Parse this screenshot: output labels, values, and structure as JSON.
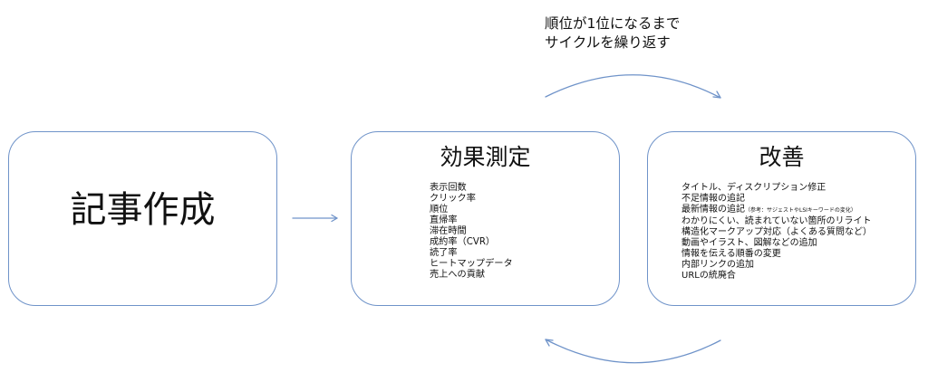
{
  "cycle_label": {
    "line1": "順位が1位になるまで",
    "line2": "サイクルを繰り返す"
  },
  "boxes": {
    "create": {
      "title": "記事作成"
    },
    "measure": {
      "title": "効果測定",
      "items": [
        "表示回数",
        "クリック率",
        "順位",
        "直帰率",
        "滞在時間",
        "成約率（CVR）",
        "読了率",
        "ヒートマップデータ",
        "売上への貢献"
      ]
    },
    "improve": {
      "title": "改善",
      "items": [
        "タイトル、ディスクリプション修正",
        "不足情報の追記",
        "最新情報の追記",
        "わかりにくい、読まれていない箇所のリライト",
        "構造化マークアップ対応（よくある質問など）",
        "動画やイラスト、図解などの追加",
        "情報を伝える順番の変更",
        "内部リンクの追加",
        "URLの統廃合"
      ],
      "item3_note": "（参考：サジェストやLSIキーワードの変化）"
    }
  },
  "colors": {
    "box_border": "#6f93c9",
    "arrow": "#6f93c9",
    "text": "#111111"
  }
}
